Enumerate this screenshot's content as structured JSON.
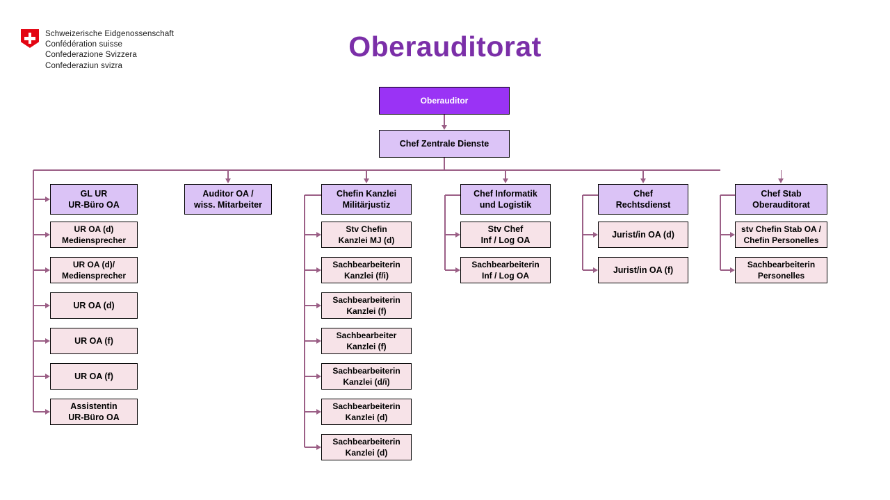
{
  "logo": {
    "icon": "swiss-cross-icon",
    "lines": [
      "Schweizerische Eidgenossenschaft",
      "Confédération suisse",
      "Confederazione Svizzera",
      "Confederaziun svizra"
    ]
  },
  "title": "Oberauditorat",
  "colors": {
    "title": "#7B2FA8",
    "root_fill": "#9A33F5",
    "root_text": "#FFFFFF",
    "head_fill": "#DBC3F6",
    "leaf_fill": "#F7E3E8",
    "border": "#000000",
    "connector": "#9B5F86"
  },
  "chart_data": {
    "type": "diagram",
    "title": "Oberauditorat",
    "root": {
      "label": "Oberauditor",
      "lines": [
        "Oberauditor"
      ]
    },
    "sub_root": {
      "label": "Chef Zentrale Dienste",
      "lines": [
        "Chef Zentrale  Dienste"
      ]
    },
    "columns": [
      {
        "head": {
          "lines": [
            "GL UR",
            "UR-Büro  OA"
          ]
        },
        "children": [
          {
            "lines": [
              "UR OA (d)",
              "Mediensprecher"
            ]
          },
          {
            "lines": [
              "UR OA (d)/",
              "Mediensprecher"
            ]
          },
          {
            "lines": [
              "UR OA (d)"
            ]
          },
          {
            "lines": [
              "UR OA (f)"
            ]
          },
          {
            "lines": [
              "UR OA (f)"
            ]
          },
          {
            "lines": [
              "Assistentin",
              "UR-Büro  OA"
            ]
          }
        ]
      },
      {
        "head": {
          "lines": [
            "Auditor OA /",
            "wiss. Mitarbeiter"
          ]
        },
        "children": []
      },
      {
        "head": {
          "lines": [
            "Chefin Kanzlei",
            "Militärjustiz"
          ]
        },
        "children": [
          {
            "lines": [
              "Stv Chefin",
              "Kanzlei  MJ (d)"
            ]
          },
          {
            "lines": [
              "Sachbearbeiterin",
              "Kanzlei (f/i)"
            ]
          },
          {
            "lines": [
              "Sachbearbeiterin",
              "Kanzlei (f)"
            ]
          },
          {
            "lines": [
              "Sachbearbeiter",
              "Kanzlei (f)"
            ]
          },
          {
            "lines": [
              "Sachbearbeiterin",
              "Kanzlei (d/i)"
            ]
          },
          {
            "lines": [
              "Sachbearbeiterin",
              "Kanzlei (d)"
            ]
          },
          {
            "lines": [
              "Sachbearbeiterin",
              "Kanzlei (d)"
            ]
          }
        ]
      },
      {
        "head": {
          "lines": [
            "Chef Informatik",
            "und Logistik"
          ]
        },
        "children": [
          {
            "lines": [
              "Stv Chef",
              "Inf / Log OA"
            ]
          },
          {
            "lines": [
              "Sachbearbeiterin",
              "Inf / Log OA"
            ]
          }
        ]
      },
      {
        "head": {
          "lines": [
            "Chef",
            "Rechtsdienst"
          ]
        },
        "children": [
          {
            "lines": [
              "Jurist/in OA (d)"
            ]
          },
          {
            "lines": [
              "Jurist/in OA (f)"
            ]
          }
        ]
      },
      {
        "head": {
          "lines": [
            "Chef Stab",
            "Oberauditorat"
          ]
        },
        "children": [
          {
            "lines": [
              "stv Chefin Stab OA /",
              "Chefin Personelles"
            ]
          },
          {
            "lines": [
              "Sachbearbeiterin",
              "Personelles"
            ]
          }
        ]
      }
    ]
  }
}
